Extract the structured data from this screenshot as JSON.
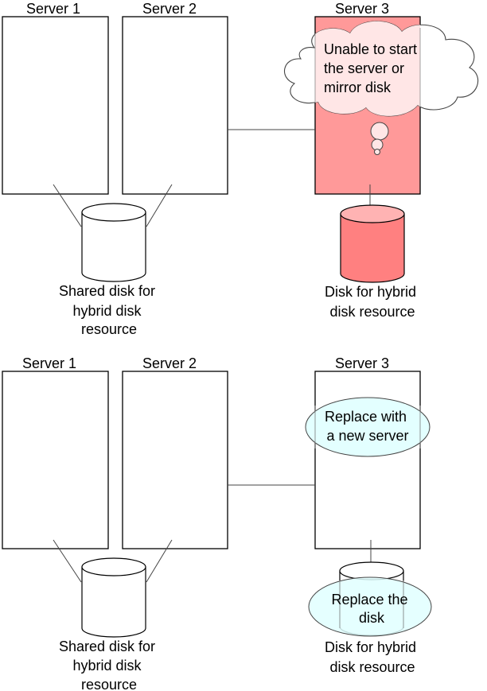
{
  "colors": {
    "failed_server_fill": "#ff9999",
    "failed_disk_fill": "#ff8080",
    "failed_disk_top": "#ffb3b3",
    "cloud_fill": "#ffffff",
    "cloud_overlay_fill": "#ffe6e6",
    "replace_fill": "#e0ffff"
  },
  "top": {
    "server1": "Server 1",
    "server2": "Server 2",
    "server3": "Server 3",
    "shared_disk": [
      "Shared disk for",
      "hybrid disk",
      "resource"
    ],
    "hybrid_disk": [
      "Disk for hybrid",
      "disk resource"
    ],
    "callout": [
      "Unable  to start",
      "the server or",
      "mirror disk"
    ],
    "server3_state": "failed"
  },
  "bottom": {
    "server1": "Server 1",
    "server2": "Server 2",
    "server3": "Server 3",
    "shared_disk": [
      "Shared disk for",
      "hybrid disk",
      "resource"
    ],
    "hybrid_disk": [
      "Disk for hybrid",
      "disk resource"
    ],
    "server_note": [
      "Replace with",
      "a new server"
    ],
    "disk_note": [
      "Replace the",
      "disk"
    ]
  }
}
